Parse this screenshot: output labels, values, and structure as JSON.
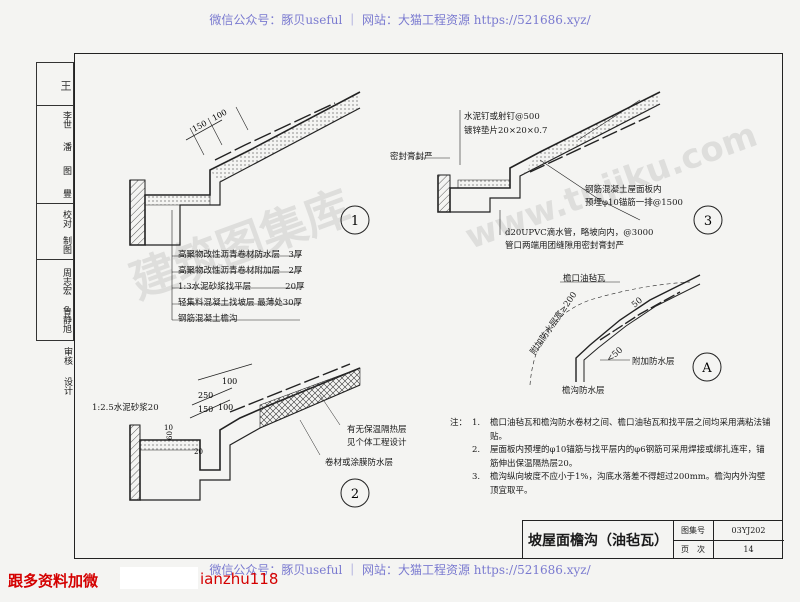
{
  "header": {
    "watermark_text": "微信公众号：豚贝useful ｜ 网站：大猫工程资源 https://521686.xyz/"
  },
  "footer": {
    "watermark_text": "微信公众号：豚贝useful ｜ 网站：大猫工程资源 https://521686.xyz/",
    "contact_label": "跟多资料加微",
    "contact_id": "ianzhu118"
  },
  "background_watermark": {
    "cn": "建筑图集库",
    "url": "www.tujiku.com"
  },
  "sidebar": {
    "cols": [
      {
        "cells": [
          "审核",
          "设计"
        ]
      },
      {
        "cells": [
          "周志宏",
          "鲁静旭"
        ]
      },
      {
        "cells": [
          "校对",
          "制图"
        ]
      },
      {
        "cells": [
          "李世",
          "潘",
          "图"
        ]
      },
      {
        "cells": [
          "王",
          "豐"
        ]
      }
    ]
  },
  "detail1": {
    "number": "1",
    "dims": [
      "150",
      "100"
    ],
    "layers": [
      "高聚物改性沥青卷材防水层　3厚",
      "高聚物改性沥青卷材附加层　2厚",
      "1:3水泥砂浆找平层　　　　20厚",
      "轻集料混凝土找坡层 最薄处30厚",
      "钢筋混凝土檐沟"
    ]
  },
  "detail2": {
    "number": "2",
    "dims": [
      "250",
      "100",
      "150",
      "100",
      "60",
      "20",
      "10"
    ],
    "labels": [
      "1:2.5水泥砂浆20",
      "有无保温隔热层",
      "见个体工程设计",
      "卷材或涂膜防水层"
    ]
  },
  "detail3": {
    "number": "3",
    "labels": [
      "水泥钉或射钉@500",
      "镀锌垫片20×20×0.7",
      "密封膏封严",
      "钢筋混凝土屋面板内",
      "预埋φ10锚筋一排@1500",
      "d20UPVC滴水管，略坡向内，@3000",
      "管口两端用团缝隙用密封膏封严"
    ]
  },
  "detailA": {
    "letter": "A",
    "labels": [
      "檐口油毡瓦",
      "附加防水层",
      "檐沟防水层",
      "50",
      "<50",
      "附加防水层宽≥200"
    ]
  },
  "notes": {
    "prefix": "注：",
    "items": [
      {
        "num": "1.",
        "text": "檐口油毡瓦和檐沟防水卷材之间、檐口油毡瓦和找平层之间均采用满粘法铺贴。"
      },
      {
        "num": "2.",
        "text": "屋面板内预埋的φ10锚筋与找平层内的φ6钢筋可采用焊接或绑扎连牢，锚筋伸出保温隔热层20。"
      },
      {
        "num": "3.",
        "text": "檐沟纵向坡度不应小于1%，沟底水落差不得超过200mm。檐沟内外沟壁顶宜取平。"
      }
    ]
  },
  "titleblock": {
    "title": "坡屋面檐沟（油毡瓦）",
    "atlas_label": "图集号",
    "atlas_value": "03YJ202",
    "page_label": "页　次",
    "page_value": "14"
  }
}
